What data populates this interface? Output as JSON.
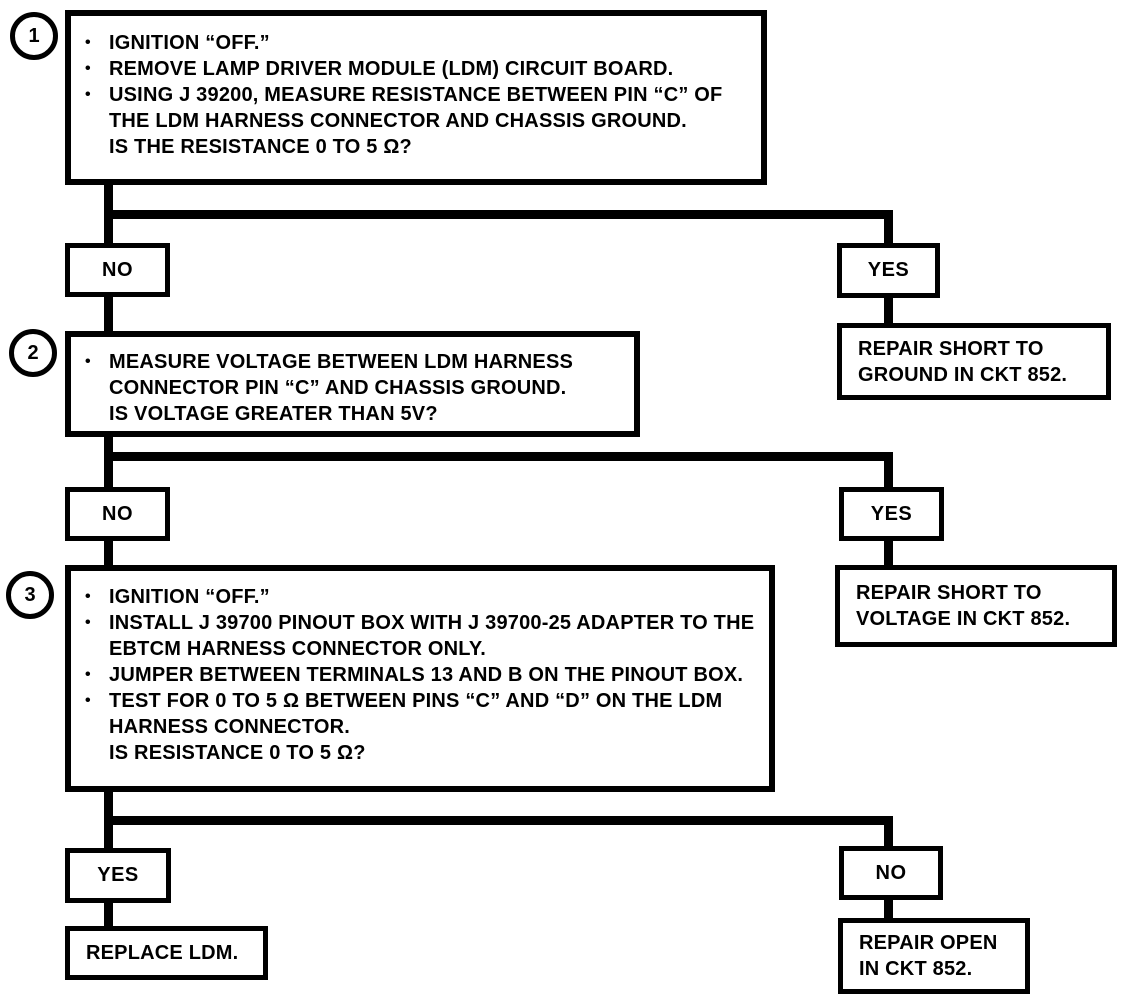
{
  "page": {
    "background_color": "#ffffff",
    "ink_color": "#000000"
  },
  "flowchart": {
    "bullet_char": "•",
    "steps": [
      {
        "number": "1",
        "bullets": [
          "IGNITION “OFF.”",
          "REMOVE LAMP DRIVER MODULE (LDM) CIRCUIT BOARD.",
          "USING J 39200, MEASURE RESISTANCE BETWEEN PIN “C” OF THE LDM HARNESS CONNECTOR AND CHASSIS GROUND."
        ],
        "question": "IS THE RESISTANCE 0 TO 5 Ω?",
        "left_branch_label": "NO",
        "right_branch_label": "YES",
        "right_action": "REPAIR SHORT TO GROUND IN CKT 852."
      },
      {
        "number": "2",
        "bullets": [
          "MEASURE VOLTAGE BETWEEN LDM HARNESS CONNECTOR PIN “C” AND CHASSIS GROUND."
        ],
        "question": "IS VOLTAGE GREATER THAN 5V?",
        "left_branch_label": "NO",
        "right_branch_label": "YES",
        "right_action": "REPAIR SHORT TO VOLTAGE IN CKT 852."
      },
      {
        "number": "3",
        "bullets": [
          "IGNITION “OFF.”",
          "INSTALL J 39700 PINOUT BOX WITH J 39700-25 ADAPTER TO THE EBTCM HARNESS CONNECTOR ONLY.",
          "JUMPER BETWEEN TERMINALS 13 AND B ON THE PINOUT BOX.",
          "TEST FOR 0 TO 5 Ω BETWEEN PINS “C” AND “D” ON THE LDM HARNESS CONNECTOR."
        ],
        "question": "IS RESISTANCE 0 TO 5 Ω?",
        "left_branch_label": "YES",
        "right_branch_label": "NO",
        "left_action": "REPLACE LDM.",
        "right_action": "REPAIR OPEN IN CKT 852."
      }
    ]
  }
}
